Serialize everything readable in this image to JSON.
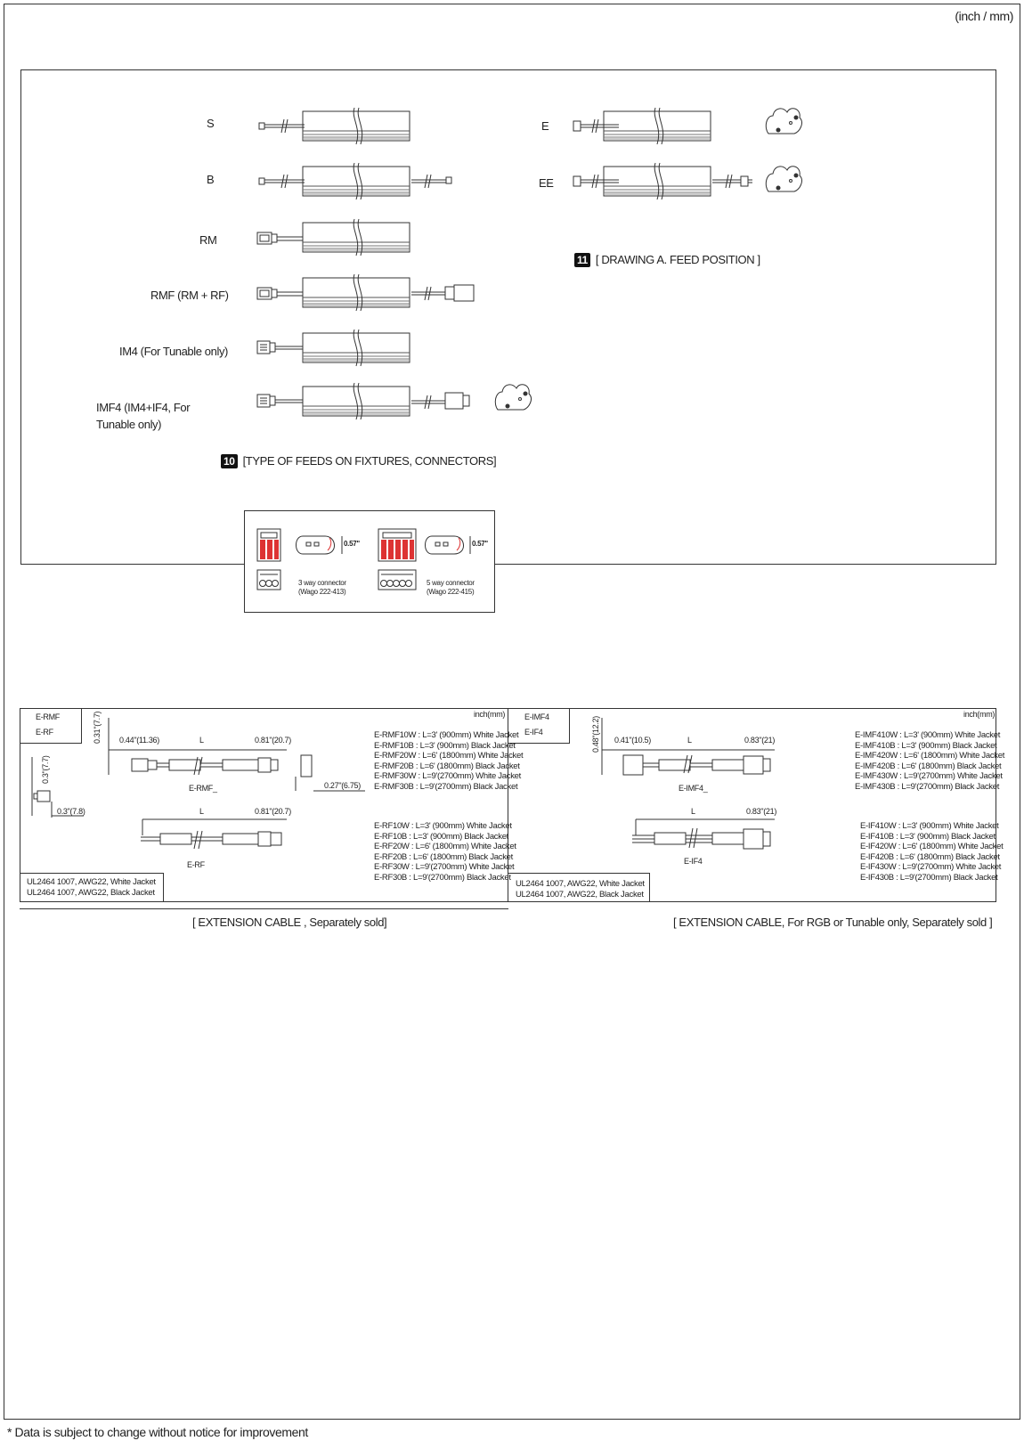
{
  "units_label": "(inch / mm)",
  "feeds": {
    "labels": [
      "S",
      "B",
      "RM",
      "RMF (RM + RF)",
      "IM4 (For Tunable only)",
      "IMF4 (IM4+IF4, For Tunable only)"
    ],
    "caption_num": "10",
    "caption_text": "[TYPE OF FEEDS ON FIXTURES, CONNECTORS]"
  },
  "feed_position": {
    "labels": [
      "E",
      "EE"
    ],
    "caption_num": "11",
    "caption_text": "[ DRAWING A.  FEED POSITION ]"
  },
  "connectors": {
    "three_way": {
      "dim": "0.57\"",
      "line1": "3 way connector",
      "line2": "(Wago 222-413)"
    },
    "five_way": {
      "dim": "0.57\"",
      "line1": "5 way connector",
      "line2": "(Wago 222-415)"
    }
  },
  "ext_left": {
    "tag1": "E-RMF",
    "tag2": "E-RF",
    "units": "inch(mm)",
    "dims": {
      "h1": "0.31\"(7.7)",
      "w1": "0.44\"(11.36)",
      "L": "L",
      "w2": "0.81\"(20.7)",
      "h2": "0.3\"(7.7)",
      "w3": "0.3\"(7.8)",
      "w4": "0.27\"(6.75)",
      "L2": "L",
      "w5": "0.81\"(20.7)"
    },
    "name1": "E-RMF_",
    "name2": "E-RF",
    "specs1": [
      "E-RMF10W : L=3' (900mm)  White Jacket",
      "E-RMF10B : L=3' (900mm)  Black Jacket",
      "E-RMF20W : L=6' (1800mm) White Jacket",
      "E-RMF20B : L=6' (1800mm) Black Jacket",
      "E-RMF30W : L=9'(2700mm) White Jacket",
      "E-RMF30B : L=9'(2700mm) Black Jacket"
    ],
    "specs2": [
      "E-RF10W : L=3' (900mm)  White Jacket",
      "E-RF10B : L=3' (900mm)  Black Jacket",
      "E-RF20W : L=6' (1800mm) White Jacket",
      "E-RF20B  : L=6' (1800mm) Black Jacket",
      "E-RF30W : L=9'(2700mm) White Jacket",
      "E-RF30B  : L=9'(2700mm) Black Jacket"
    ],
    "cable1": "UL2464 1007, AWG22, White Jacket",
    "cable2": "UL2464 1007, AWG22, Black Jacket",
    "caption": "[ EXTENSION CABLE , Separately sold]"
  },
  "ext_right": {
    "tag1": "E-IMF4",
    "tag2": "E-IF4",
    "units": "inch(mm)",
    "dims": {
      "h1": "0.48\"(12.2)",
      "w1": "0.41\"(10.5)",
      "L": "L",
      "w2": "0.83\"(21)",
      "L2": "L",
      "w3": "0.83\"(21)"
    },
    "name1": "E-IMF4_",
    "name2": "E-IF4",
    "specs1": [
      "E-IMF410W : L=3' (900mm)  White Jacket",
      "E-IMF410B : L=3' (900mm)  Black Jacket",
      "E-IMF420W : L=6' (1800mm) White Jacket",
      "E-IMF420B : L=6' (1800mm) Black Jacket",
      "E-IMF430W : L=9'(2700mm) White Jacket",
      "E-IMF430B : L=9'(2700mm) Black Jacket"
    ],
    "specs2": [
      "E-IF410W : L=3' (900mm)  White Jacket",
      "E-IF410B : L=3' (900mm)  Black Jacket",
      "E-IF420W : L=6' (1800mm) White Jacket",
      "E-IF420B : L=6' (1800mm) Black Jacket",
      "E-IF430W : L=9'(2700mm) White Jacket",
      "E-IF430B : L=9'(2700mm) Black Jacket"
    ],
    "cable1": "UL2464 1007, AWG22, White Jacket",
    "cable2": "UL2464 1007, AWG22, Black Jacket",
    "caption": "[ EXTENSION CABLE, For RGB or Tunable only, Separately sold ]"
  },
  "footnote": "* Data is subject to change without notice for improvement"
}
